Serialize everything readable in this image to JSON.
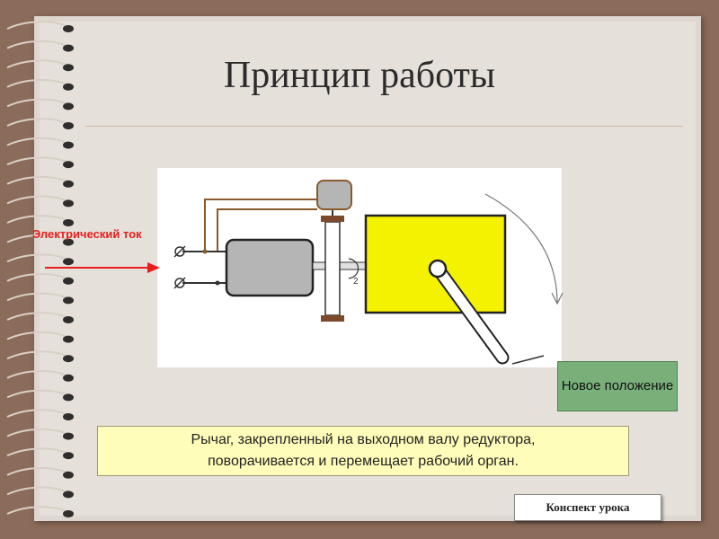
{
  "slide": {
    "title": "Принцип работы"
  },
  "diagram": {
    "current_label": "Электрический ток",
    "new_position_label": "Новое положение"
  },
  "caption": {
    "line1": "Рычаг, закрепленный на выходном валу редуктора,",
    "line2": "поворачивается и перемещает рабочий орган."
  },
  "nav": {
    "notes_button": "Конспект урока"
  },
  "colors": {
    "background": "#8b6b59",
    "paper": "#e6e0da",
    "gearbox": "#f5f200",
    "motor": "#b5b5b5",
    "current_arrow": "#e81e1e",
    "new_position_box": "#79b07a",
    "caption_box": "#fffdb9"
  }
}
